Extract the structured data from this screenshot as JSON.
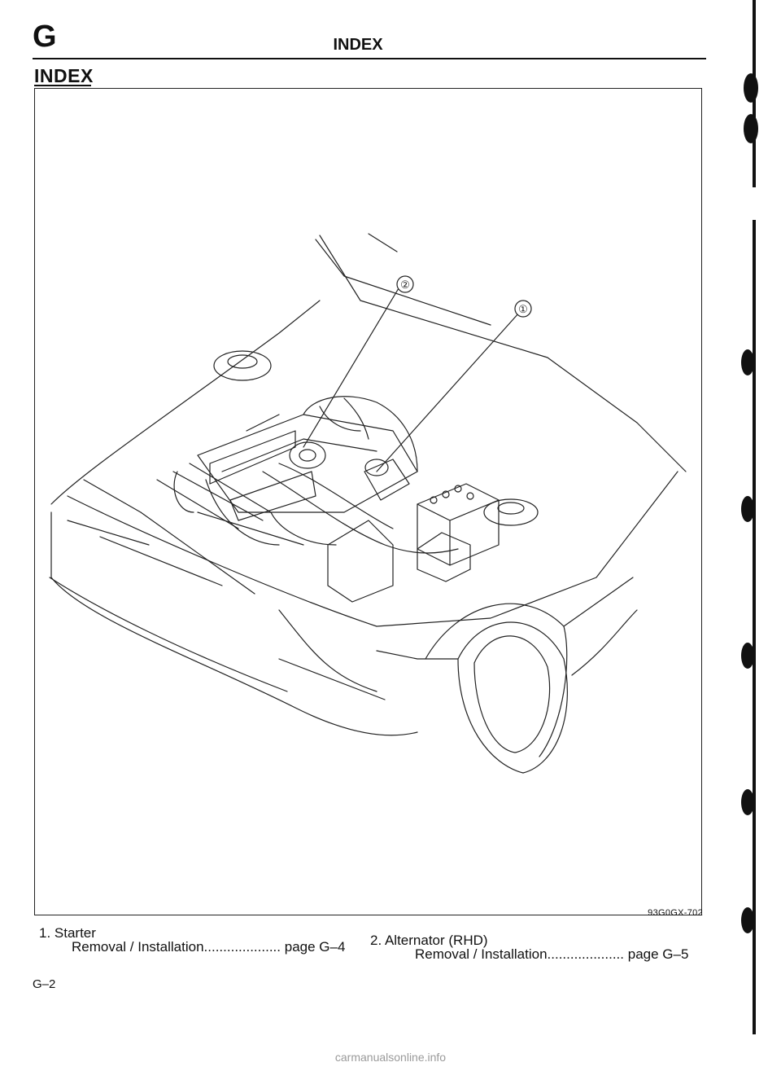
{
  "header": {
    "section_letter": "G",
    "title": "INDEX"
  },
  "section_heading": "INDEX",
  "figure": {
    "callouts": [
      "①",
      "②"
    ],
    "code": "93G0GX-702"
  },
  "items": [
    {
      "title": "1. Starter",
      "action": "Removal / Installation",
      "leader": "....................",
      "page_ref": "page G–4"
    },
    {
      "title": "2. Alternator (RHD)",
      "action": "Removal / Installation",
      "leader": "....................",
      "page_ref": "page G–5"
    }
  ],
  "page_number": "G–2",
  "watermark": "carmanualsonline.info"
}
